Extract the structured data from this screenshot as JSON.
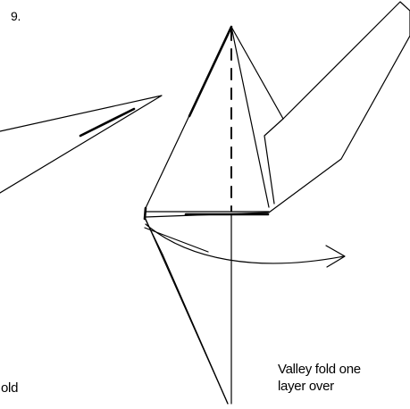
{
  "step": {
    "number": "9."
  },
  "caption": {
    "line1": "Valley fold one",
    "line2": "layer over"
  },
  "left_caption": {
    "fragment": "old"
  }
}
